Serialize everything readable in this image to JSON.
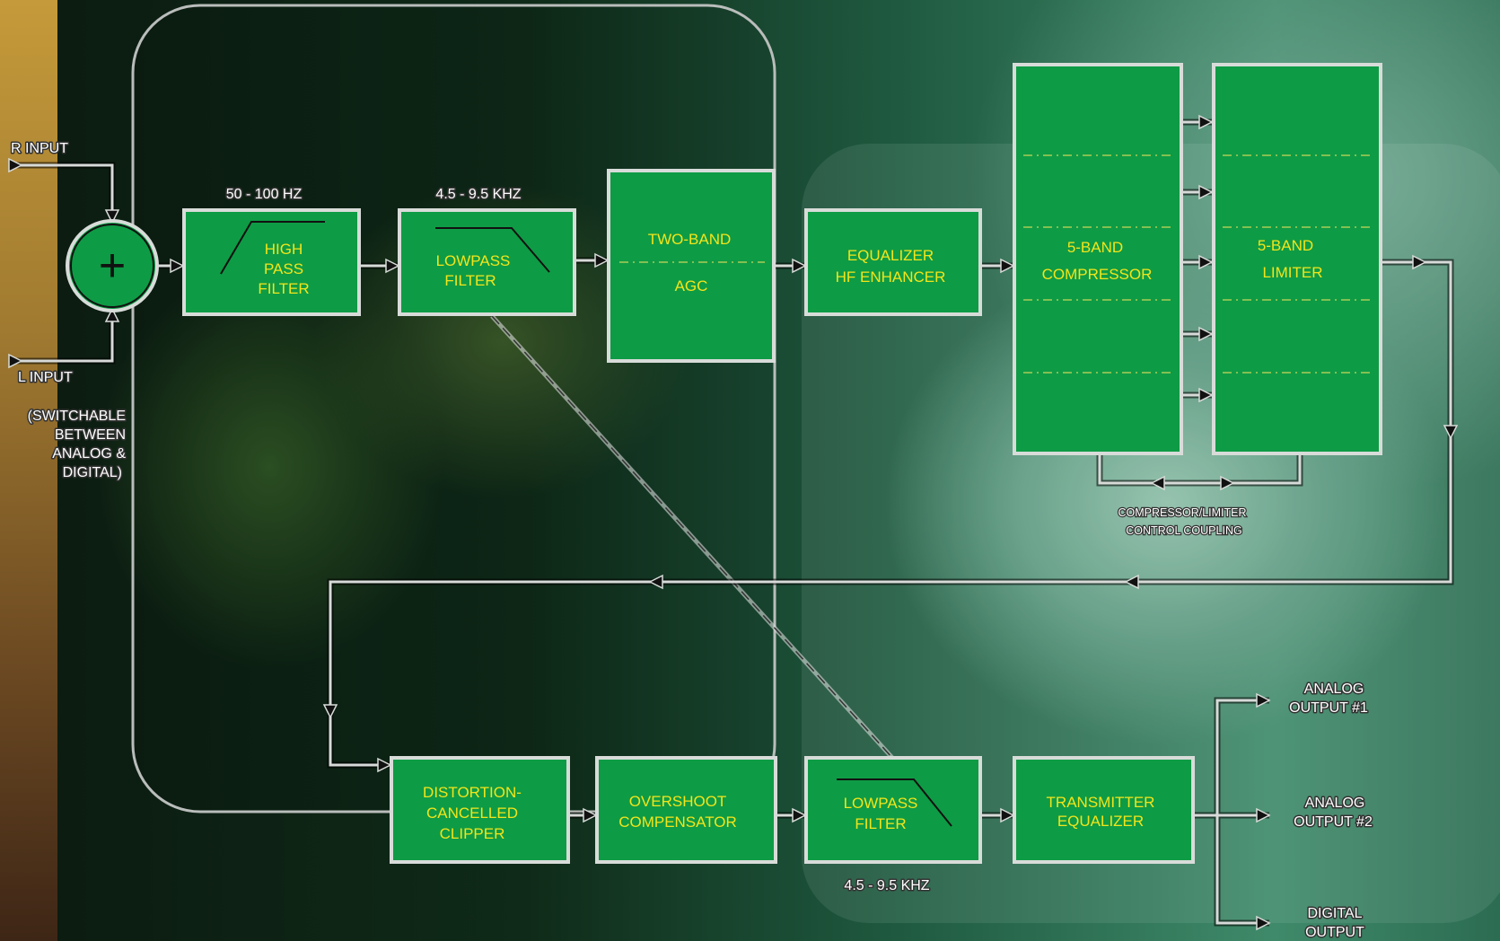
{
  "inputs": {
    "r_input": "R INPUT",
    "l_input": "L INPUT",
    "switchable_note": [
      "(SWITCHABLE",
      "BETWEEN",
      "ANALOG &",
      "DIGITAL)"
    ]
  },
  "frequency_labels": {
    "highpass": "50 - 100 HZ",
    "lowpass_top": "4.5 - 9.5 KHZ",
    "lowpass_bottom": "4.5 - 9.5 KHZ"
  },
  "blocks": {
    "high_pass_filter": [
      "HIGH",
      "PASS",
      "FILTER"
    ],
    "lowpass_filter_top": [
      "LOWPASS",
      "FILTER"
    ],
    "two_band_agc": [
      "TWO-BAND",
      "AGC"
    ],
    "equalizer": [
      "EQUALIZER",
      "HF ENHANCER"
    ],
    "compressor": [
      "5-BAND",
      "COMPRESSOR"
    ],
    "limiter": [
      "5-BAND",
      "LIMITER"
    ],
    "clipper": [
      "DISTORTION-",
      "CANCELLED",
      "CLIPPER"
    ],
    "overshoot": [
      "OVERSHOOT",
      "COMPENSATOR"
    ],
    "lowpass_filter_bottom": [
      "LOWPASS",
      "FILTER"
    ],
    "transmitter_eq": [
      "TRANSMITTER",
      "EQUALIZER"
    ]
  },
  "coupling_label": [
    "COMPRESSOR/LIMITER",
    "CONTROL COUPLING"
  ],
  "outputs": {
    "analog_1": [
      "ANALOG",
      "OUTPUT #1"
    ],
    "analog_2": [
      "ANALOG",
      "OUTPUT #2"
    ],
    "digital": [
      "DIGITAL",
      "OUTPUT"
    ]
  },
  "summer_symbol": "+",
  "colors": {
    "block_fill": "#0e9b45",
    "block_text": "#f2e51b",
    "wire": "#d7dad8",
    "left_band": "#a07a30"
  }
}
